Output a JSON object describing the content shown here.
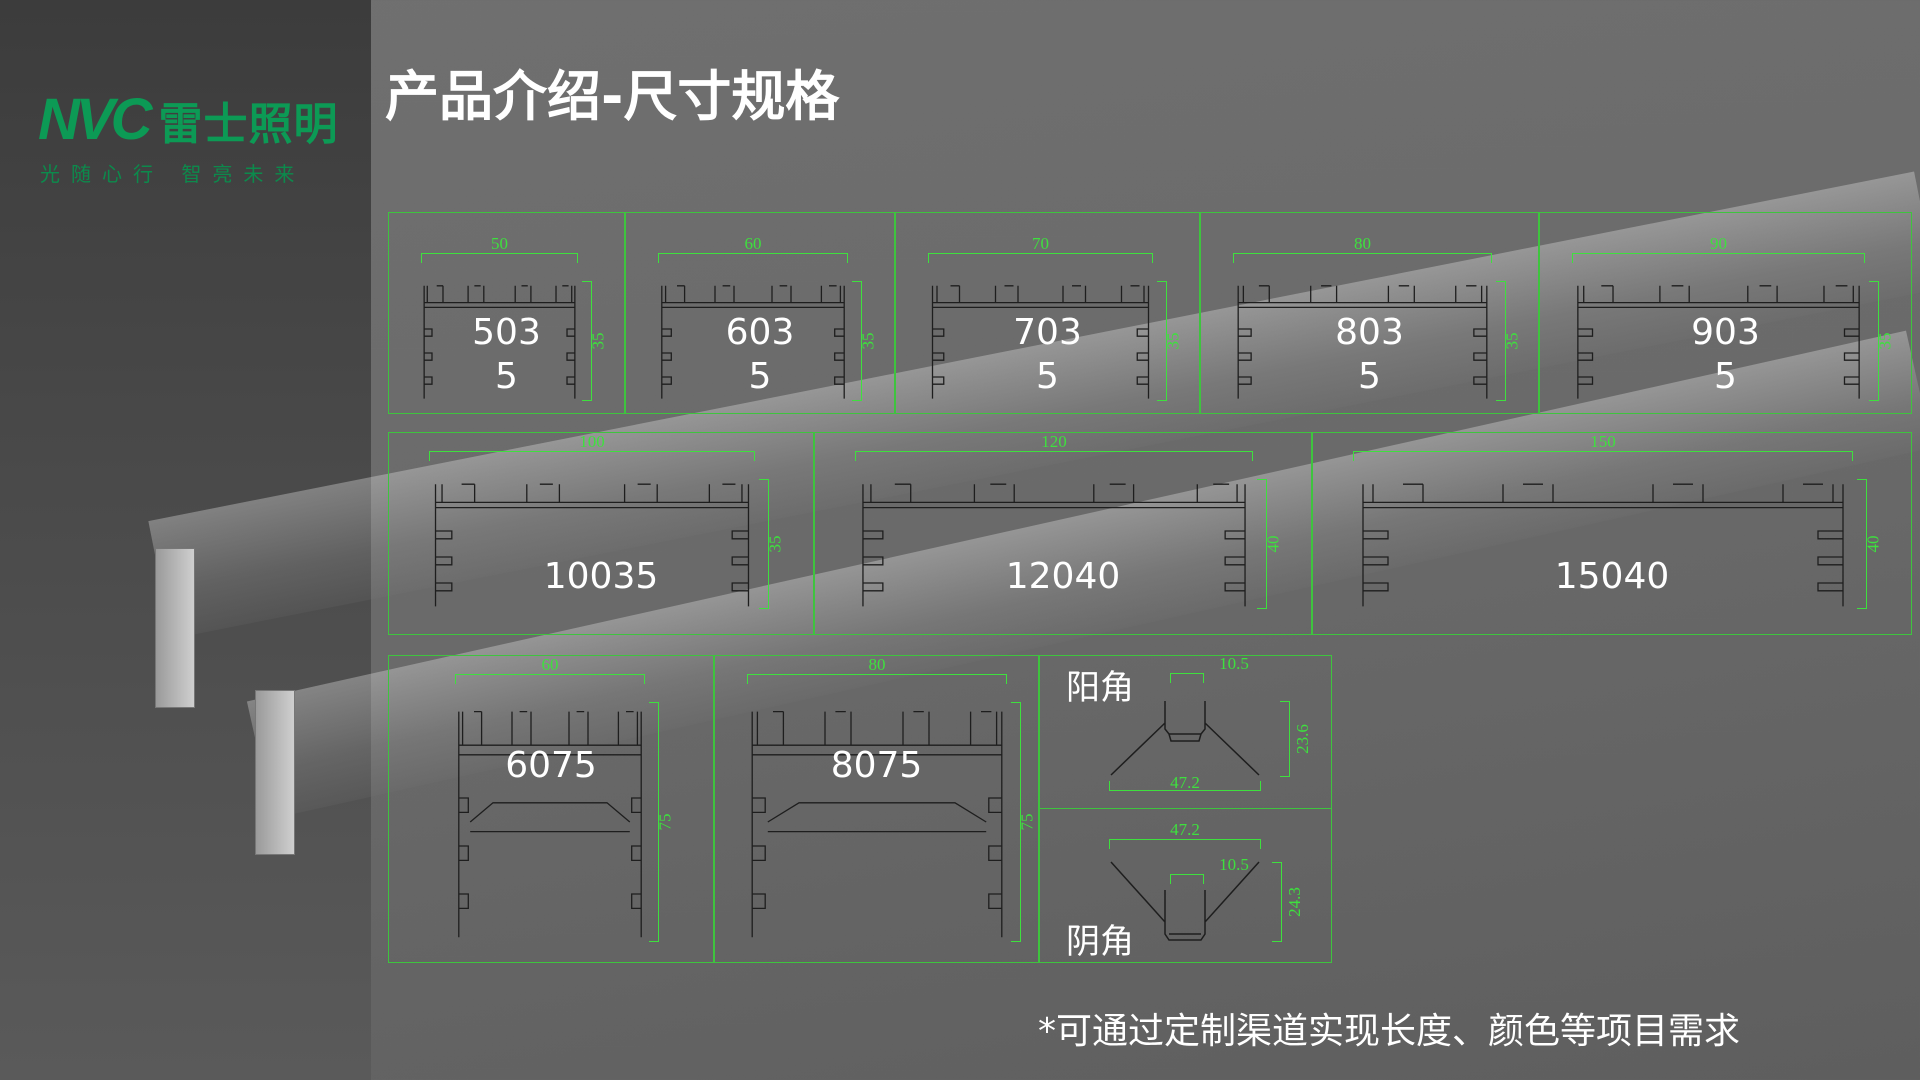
{
  "logo": {
    "mark": "NVC",
    "brand": "雷士照明",
    "tagline": "光随心行 智亮未来"
  },
  "title": "产品介绍-尺寸规格",
  "row1": [
    {
      "lines": [
        "503",
        "5"
      ],
      "width": "50",
      "height": "35"
    },
    {
      "lines": [
        "603",
        "5"
      ],
      "width": "60",
      "height": "35"
    },
    {
      "lines": [
        "703",
        "5"
      ],
      "width": "70",
      "height": "35"
    },
    {
      "lines": [
        "803",
        "5"
      ],
      "width": "80",
      "height": "35"
    },
    {
      "lines": [
        "903",
        "5"
      ],
      "width": "90",
      "height": "35"
    }
  ],
  "row2": [
    {
      "model": "10035",
      "width": "100",
      "height": "35"
    },
    {
      "model": "12040",
      "width": "120",
      "height": "40"
    },
    {
      "model": "15040",
      "width": "150",
      "height": "40"
    }
  ],
  "row3": [
    {
      "model": "6075",
      "width": "60",
      "height": "75"
    },
    {
      "model": "8075",
      "width": "80",
      "height": "75"
    }
  ],
  "corners": {
    "outer": {
      "label": "阳角",
      "width": "47.2",
      "inner_width": "10.5",
      "height": "23.6"
    },
    "inner": {
      "label": "阴角",
      "width": "47.2",
      "inner_width": "10.5",
      "height": "24.3"
    }
  },
  "footnote": "*可通过定制渠道实现长度、颜色等项目需求"
}
